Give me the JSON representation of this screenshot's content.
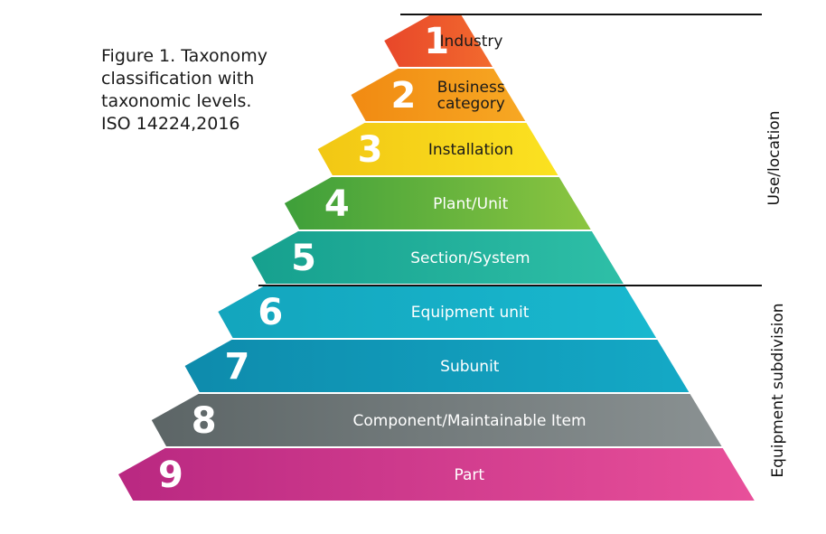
{
  "caption": {
    "lines": [
      "Figure 1. Taxonomy",
      "classification with",
      "taxonomic levels.",
      "ISO 14224,2016"
    ]
  },
  "levels": [
    {
      "number": "1",
      "label": [
        "Industry"
      ],
      "color": "#e8472a",
      "color_end": "#f26a2e",
      "text_color": "dark"
    },
    {
      "number": "2",
      "label": [
        "Business",
        "category"
      ],
      "color": "#f18a12",
      "color_end": "#f7a823",
      "text_color": "dark"
    },
    {
      "number": "3",
      "label": [
        "Installation"
      ],
      "color": "#f2c714",
      "color_end": "#fbe221",
      "text_color": "dark"
    },
    {
      "number": "4",
      "label": [
        "Plant/Unit"
      ],
      "color": "#3e9f3a",
      "color_end": "#8bc540",
      "text_color": "light"
    },
    {
      "number": "5",
      "label": [
        "Section/System"
      ],
      "color": "#16a08e",
      "color_end": "#2ebfa7",
      "text_color": "light"
    },
    {
      "number": "6",
      "label": [
        "Equipment unit"
      ],
      "color": "#13a5bd",
      "color_end": "#19b8cf",
      "text_color": "light"
    },
    {
      "number": "7",
      "label": [
        "Subunit"
      ],
      "color": "#0e8bac",
      "color_end": "#14a9c6",
      "text_color": "light"
    },
    {
      "number": "8",
      "label": [
        "Component/Maintainable Item"
      ],
      "color": "#5c6566",
      "color_end": "#8a9192",
      "text_color": "light"
    },
    {
      "number": "9",
      "label": [
        "Part"
      ],
      "color": "#b92881",
      "color_end": "#e8509a",
      "text_color": "light"
    }
  ],
  "groups": [
    {
      "label": "Use/location"
    },
    {
      "label": "Equipment subdivision"
    }
  ]
}
